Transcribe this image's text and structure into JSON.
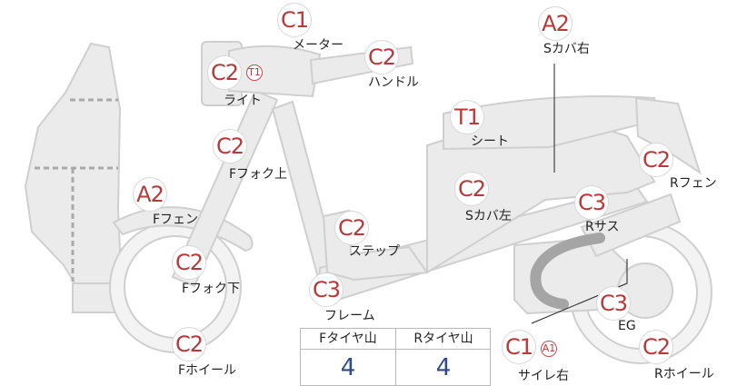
{
  "parts": [
    {
      "id": "meter",
      "grade": "C1",
      "label": "メーター"
    },
    {
      "id": "handle",
      "grade": "C2",
      "label": "ハンドル"
    },
    {
      "id": "light",
      "grade": "C2",
      "sub": "T1",
      "label": "ライト"
    },
    {
      "id": "s_cover_right",
      "grade": "A2",
      "label": "Sカバ右"
    },
    {
      "id": "seat",
      "grade": "T1",
      "label": "シート"
    },
    {
      "id": "r_fender",
      "grade": "C2",
      "label": "Rフェン"
    },
    {
      "id": "f_fork_upper",
      "grade": "C2",
      "label": "Fフォク上"
    },
    {
      "id": "f_fender",
      "grade": "A2",
      "label": "Fフェン"
    },
    {
      "id": "s_cover_left",
      "grade": "C2",
      "label": "Sカバ左"
    },
    {
      "id": "r_suspension",
      "grade": "C3",
      "label": "Rサス"
    },
    {
      "id": "step",
      "grade": "C2",
      "label": "ステップ"
    },
    {
      "id": "f_fork_lower",
      "grade": "C2",
      "label": "Fフォク下"
    },
    {
      "id": "frame",
      "grade": "C3",
      "label": "フレーム"
    },
    {
      "id": "engine",
      "grade": "C3",
      "label": "EG"
    },
    {
      "id": "f_wheel",
      "grade": "C2",
      "label": "Fホイール"
    },
    {
      "id": "muffler_right",
      "grade": "C1",
      "sub": "A1",
      "label": "サイレ右"
    },
    {
      "id": "r_wheel",
      "grade": "C2",
      "label": "Rホイール"
    }
  ],
  "tread": {
    "headers": [
      "Fタイヤ山",
      "Rタイヤ山"
    ],
    "values": [
      "4",
      "4"
    ]
  },
  "colors": {
    "part_fill": "#ebebeb",
    "part_stroke": "#cfcfcf",
    "grade_text": "#b73a3a",
    "tread_value": "#2e4a87"
  }
}
